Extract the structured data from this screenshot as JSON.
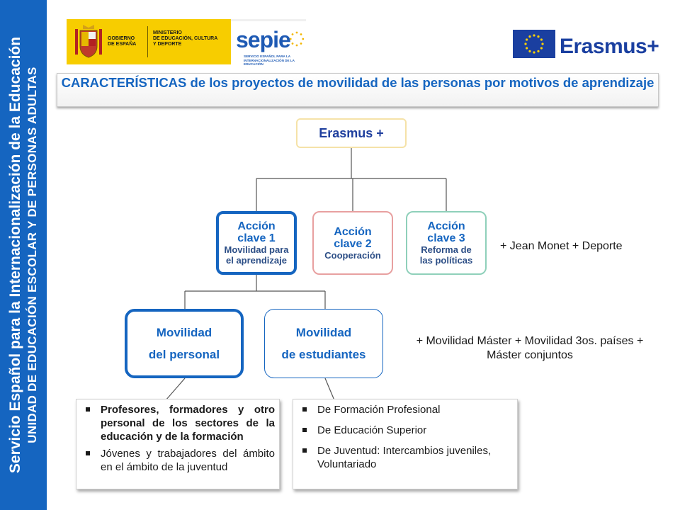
{
  "sidebar": {
    "line1": "Servicio Español para la Internacionalización de la Educación",
    "line2": "UNIDAD DE EDUCACIÓN ESCOLAR Y DE PERSONAS ADULTAS"
  },
  "logos": {
    "gov_line1": "GOBIERNO",
    "gov_line2": "DE ESPAÑA",
    "ministry_line1": "MINISTERIO",
    "ministry_line2": "DE EDUCACIÓN, CULTURA",
    "ministry_line3": "Y DEPORTE",
    "sepie_word": "sepie",
    "sepie_sub": "SERVICIO ESPAÑOL PARA LA INTERNACIONALIZACIÓN DE LA EDUCACIÓN",
    "erasmus": "Erasmus+"
  },
  "title": {
    "bold": "CARACTERÍSTICAS",
    "rest": " de los proyectos de movilidad de las personas por motivos de aprendizaje"
  },
  "diagram": {
    "root": "Erasmus +",
    "actions": [
      {
        "title1": "Acción",
        "title2": "clave 1",
        "sub1": "Movilidad para",
        "sub2": "el aprendizaje"
      },
      {
        "title1": "Acción",
        "title2": "clave 2",
        "sub1": "Cooperación",
        "sub2": ""
      },
      {
        "title1": "Acción",
        "title2": "clave 3",
        "sub1": "Reforma de",
        "sub2": "las políticas"
      }
    ],
    "actions_note": "+  Jean Monet + Deporte",
    "mobility": [
      {
        "line1": "Movilidad",
        "line2": "del personal"
      },
      {
        "line1": "Movilidad",
        "line2": "de estudiantes"
      }
    ],
    "mobility_note": "+  Movilidad Máster +  Movilidad 3os. países +  Máster conjuntos"
  },
  "staff_bullets": [
    "Profesores, formadores y otro personal de los sectores de la educación y de la formación",
    "Jóvenes y trabajadores del ámbito en el ámbito de la juventud"
  ],
  "student_bullets": [
    "De Formación Profesional",
    "De Educación Superior",
    "De Juventud: Intercambios juveniles, Voluntariado"
  ],
  "colors": {
    "brand_blue": "#1565c0",
    "gov_yellow": "#f7cd00",
    "eu_blue": "#1a3fa0"
  }
}
